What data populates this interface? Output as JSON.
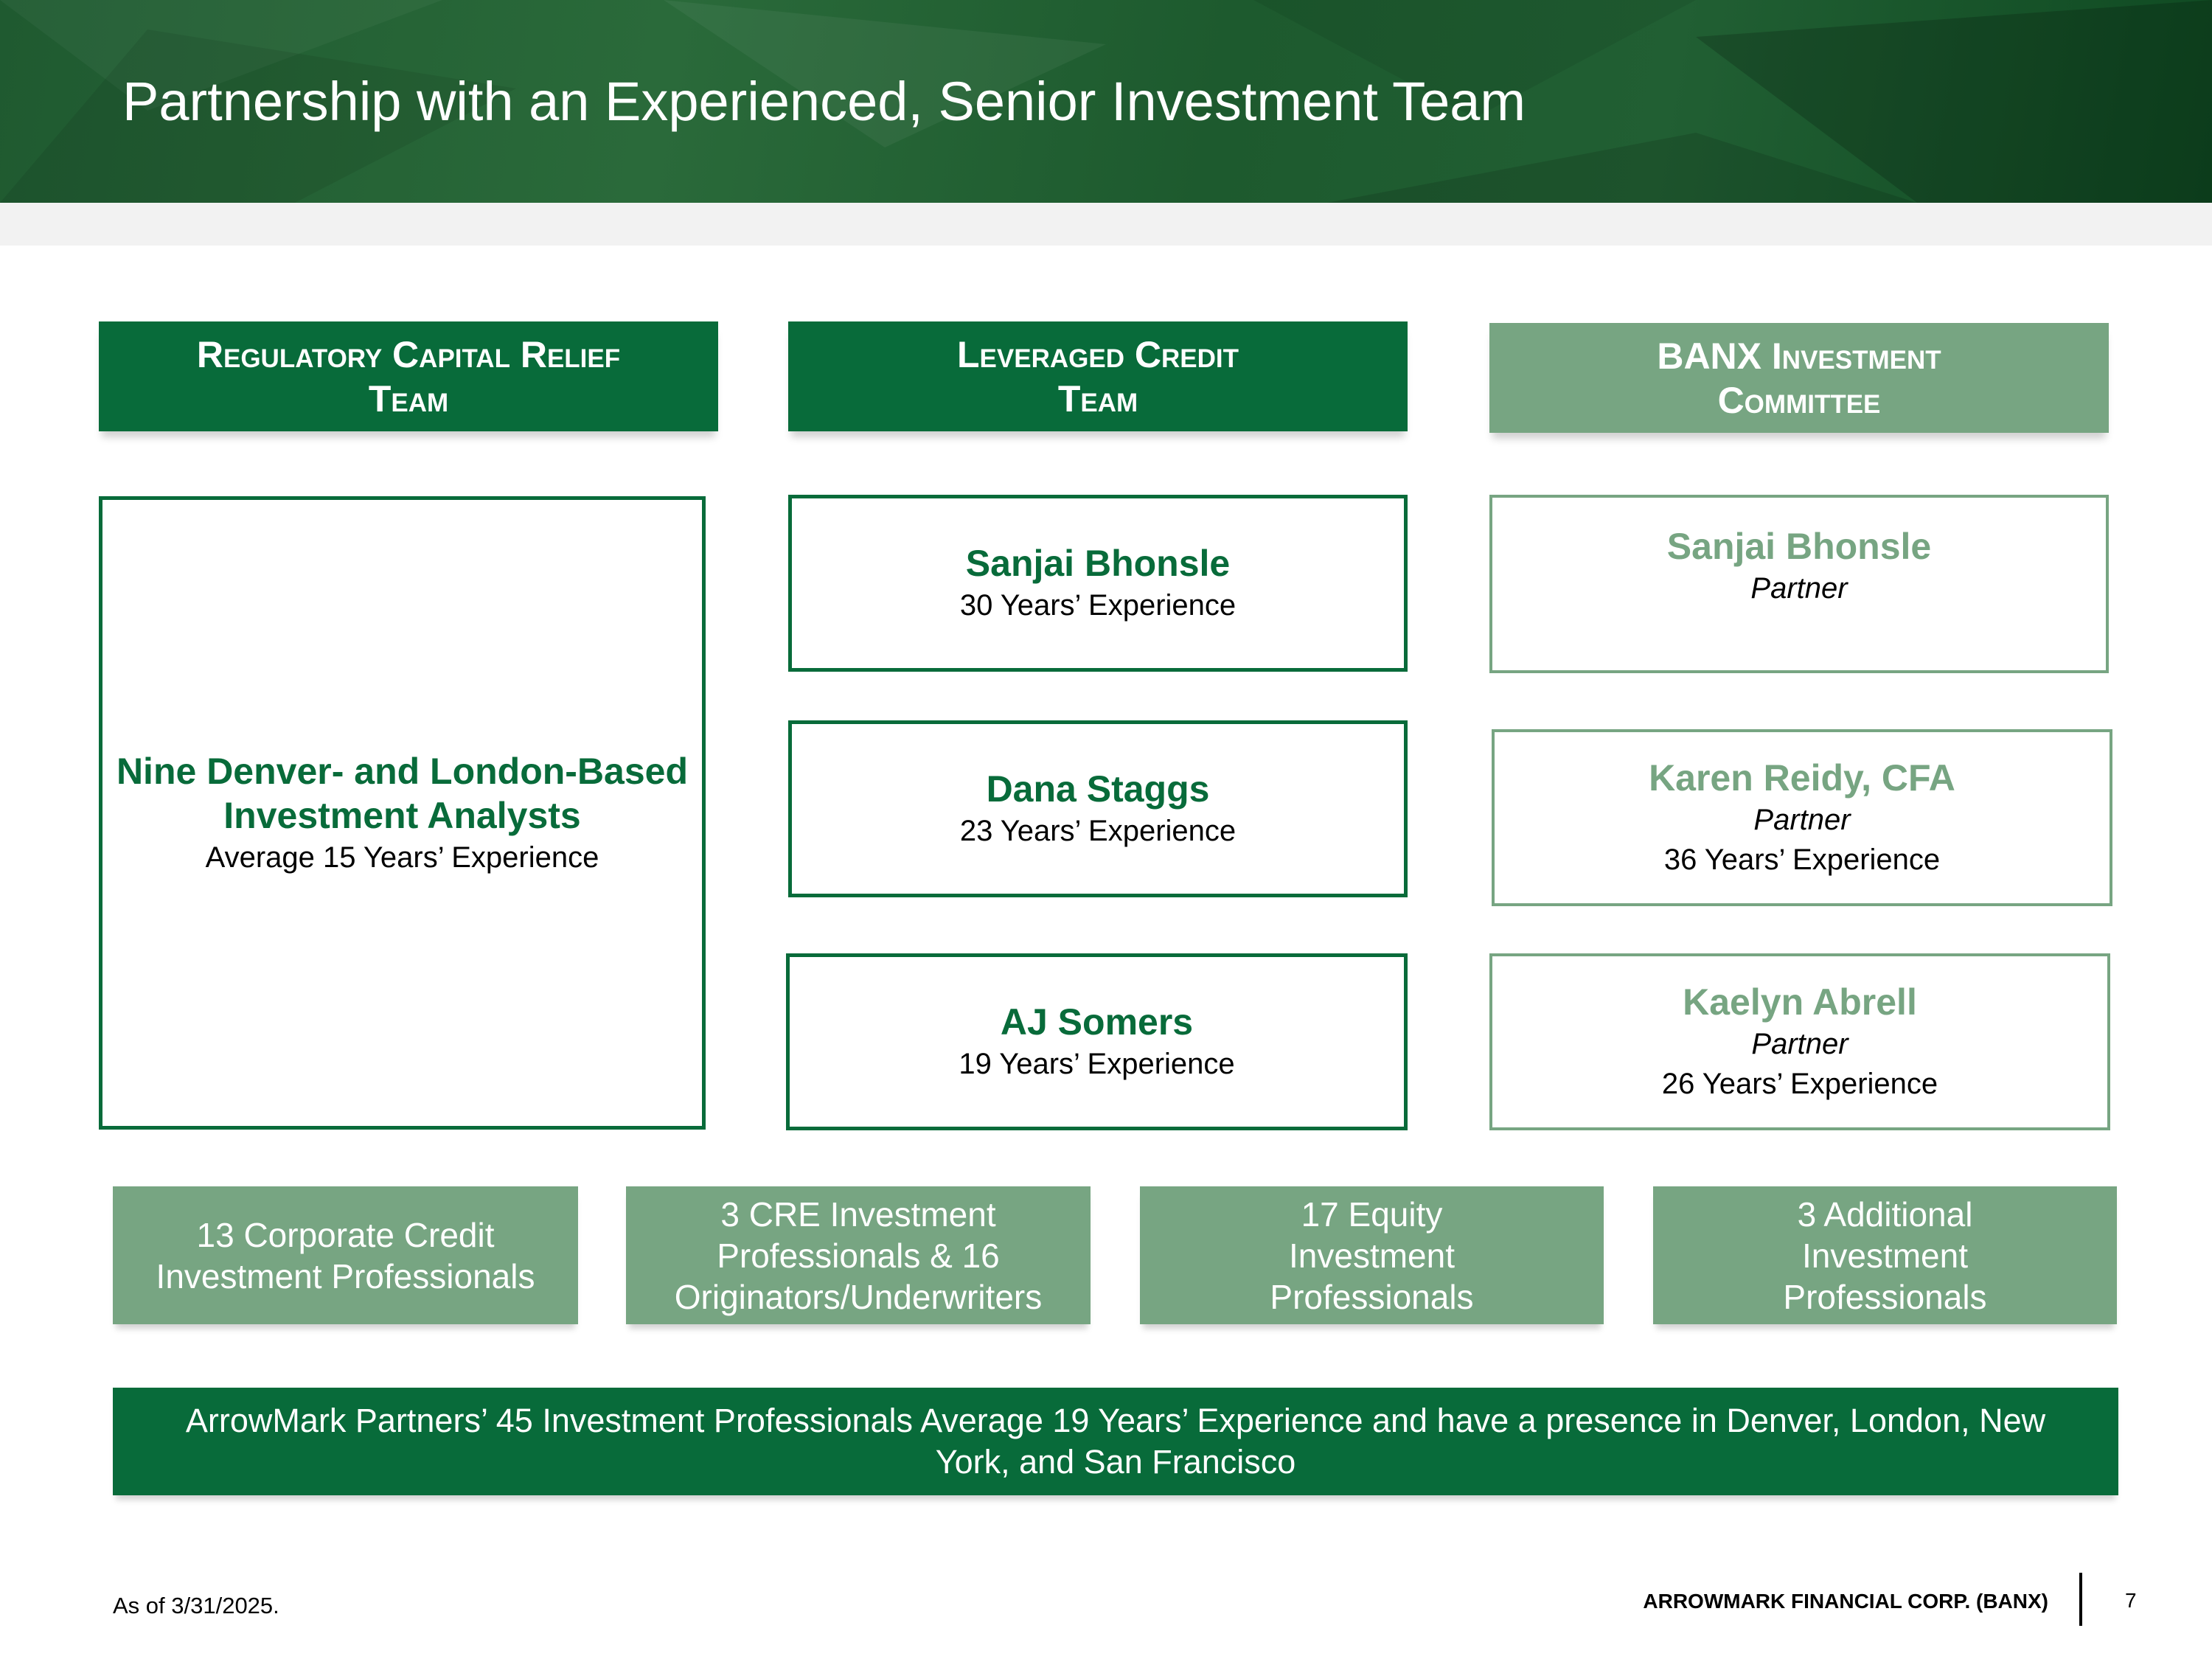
{
  "title": "Partnership with an Experienced, Senior Investment Team",
  "columns": [
    {
      "header_line1": "Regulatory Capital Relief",
      "header_line2": "Team"
    },
    {
      "header_line1": "Leveraged Credit",
      "header_line2": "Team"
    },
    {
      "header_line1": "BANX Investment",
      "header_line2": "Committee"
    }
  ],
  "regulatory_team": {
    "name_line1": "Nine Denver- and London-Based",
    "name_line2": "Investment Analysts",
    "experience": "Average 15 Years’ Experience"
  },
  "leveraged_credit": [
    {
      "name": "Sanjai Bhonsle",
      "experience": "30 Years’ Experience"
    },
    {
      "name": "Dana Staggs",
      "experience": "23 Years’ Experience"
    },
    {
      "name": "AJ Somers",
      "experience": "19 Years’ Experience"
    }
  ],
  "committee": [
    {
      "name": "Sanjai Bhonsle",
      "role": "Partner"
    },
    {
      "name": "Karen Reidy, CFA",
      "role": "Partner",
      "experience": "36 Years’ Experience"
    },
    {
      "name": "Kaelyn Abrell",
      "role": "Partner",
      "experience": "26 Years’ Experience"
    }
  ],
  "bottom_boxes": [
    {
      "line1": "13 Corporate Credit",
      "line2": "Investment Professionals"
    },
    {
      "line1": "3 CRE Investment",
      "line2": "Professionals & 16",
      "line3": "Originators/Underwriters"
    },
    {
      "line1": "17 Equity",
      "line2": "Investment",
      "line3": "Professionals"
    },
    {
      "line1": "3 Additional",
      "line2": "Investment",
      "line3": "Professionals"
    }
  ],
  "banner": {
    "line1": "ArrowMark Partners’ 45 Investment Professionals Average 19 Years’ Experience and have a presence in Denver, London, New",
    "line2": "York, and San Francisco"
  },
  "footer": {
    "note": "As of 3/31/2025.",
    "company": "ARROWMARK FINANCIAL CORP. (BANX)",
    "page": "7"
  },
  "colors": {
    "dark_green": "#086b3a",
    "light_green": "#77a582"
  }
}
